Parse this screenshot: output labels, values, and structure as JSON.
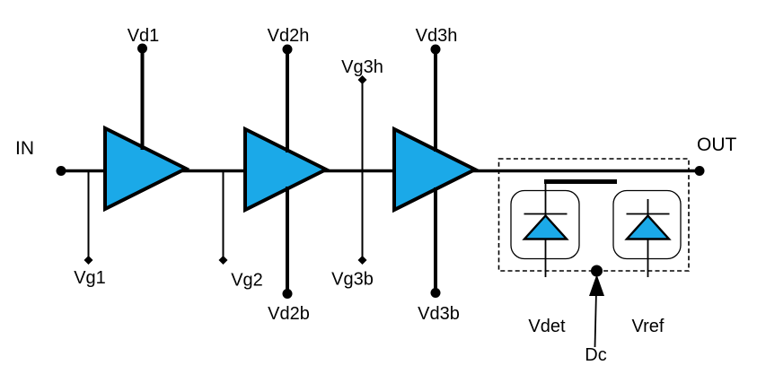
{
  "labels": {
    "in": "IN",
    "out": "OUT"
  },
  "top_terminals": {
    "vd1": "Vd1",
    "vd2h": "Vd2h",
    "vg3h": "Vg3h",
    "vd3h": "Vd3h"
  },
  "bottom_terminals": {
    "vg1": "Vg1",
    "vg2": "Vg2",
    "vd2b": "Vd2b",
    "vg3b": "Vg3b",
    "vd3b": "Vd3b"
  },
  "detector": {
    "vdet": "Vdet",
    "vref": "Vref",
    "dc": "Dc"
  },
  "colors": {
    "device_fill": "#1BA9E8",
    "line": "#000000",
    "background": "#FFFFFF"
  }
}
